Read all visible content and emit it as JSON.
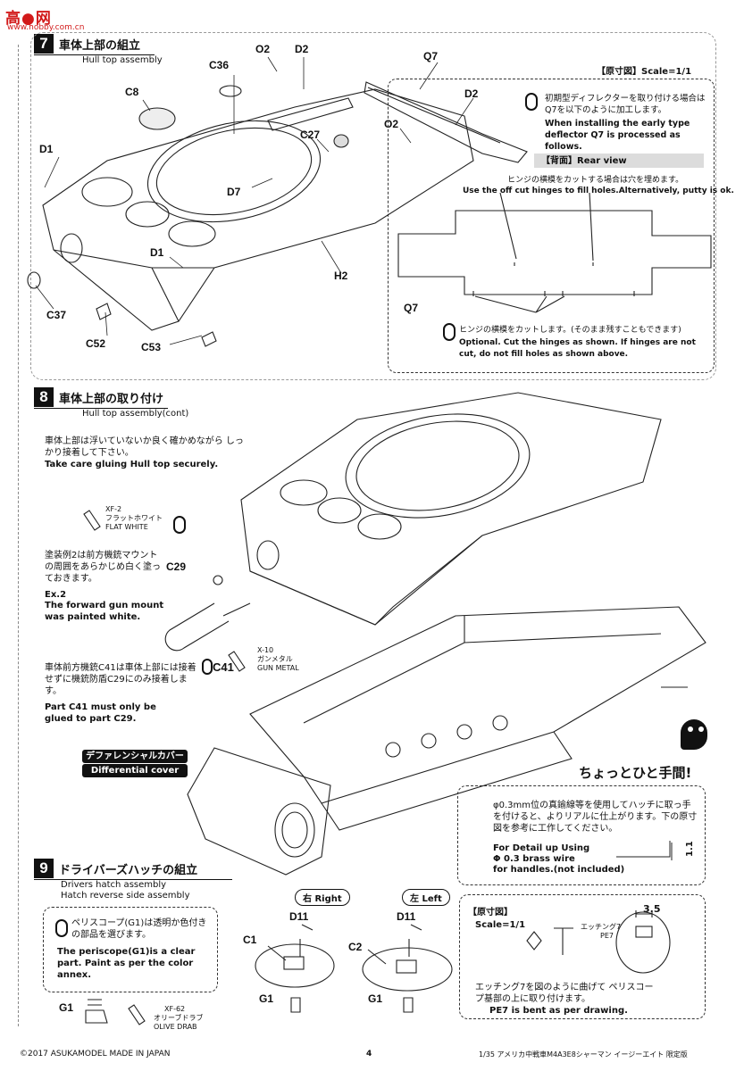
{
  "watermark": {
    "title": "高●网",
    "url": "www.hobby.com.cn"
  },
  "step7": {
    "number": "7",
    "title_jp": "車体上部の組立",
    "title_en": "Hull top assembly",
    "parts": [
      "O2",
      "D2",
      "C36",
      "Q7",
      "C8",
      "D2",
      "O2",
      "C27",
      "D1",
      "D7",
      "D1",
      "H2",
      "C37",
      "C52",
      "C53"
    ],
    "scale_label": "【原寸図】Scale=1/1",
    "deflector_note_jp": "初期型ディフレクターを取り付ける場合は Q7を以下のように加工します。",
    "deflector_note_en": "When installing the early type deflector Q7 is processed as follows.",
    "rear_view_label": "【背面】Rear view",
    "hinge_note_jp": "ヒンジの横模をカットする場合は穴を埋めます。",
    "hinge_note_en": "Use the off cut hinges to fill holes.Alternatively, putty is ok.",
    "q7_label": "Q7",
    "optional_jp": "ヒンジの横模をカットします。(そのまま残すこともできます)",
    "optional_en": "Optional. Cut the hinges as shown. If hinges are not cut, do not fill holes as shown above."
  },
  "step8": {
    "number": "8",
    "title_jp": "車体上部の取り付け",
    "title_en": "Hull top assembly(cont)",
    "glue_note_jp": "車体上部は浮いていないか良く確かめながら しっかり接着して下さい。",
    "glue_note_en": "Take care gluing Hull top securely.",
    "paint1_code": "XF-2",
    "paint1_jp": "フラットホワイト",
    "paint1_en": "FLAT WHITE",
    "part_c29": "C29",
    "ex2_jp": "塗装例2は前方機銃マウントの周囲をあらかじめ白く塗っておきます。",
    "ex2_en_title": "Ex.2",
    "ex2_en": "The forward gun mount was painted white.",
    "part_c41": "C41",
    "paint2_code": "X-10",
    "paint2_jp": "ガンメタル",
    "paint2_en": "GUN METAL",
    "c41_note_jp": "車体前方機銃C41は車体上部には接着せずに機銃防盾C29にのみ接着します。",
    "c41_note_en": "Part C41 must only be glued to part C29.",
    "diff_jp": "デファレンシャルカバー",
    "diff_en": "Differential cover"
  },
  "tip": {
    "title": "ちょっとひと手間!",
    "body_jp": "φ0.3mm位の真鍮線等を使用してハッチに取っ手を付けると、よりリアルに仕上がります。下の原寸図を参考に工作してください。",
    "body_en_1": "For Detail up Using",
    "body_en_2": "Φ 0.3 brass wire",
    "body_en_3": "for handles.(not included)",
    "dim": "1.1"
  },
  "step9": {
    "number": "9",
    "title_jp": "ドライバーズハッチの組立",
    "title_en_1": "Drivers hatch assembly",
    "title_en_2": "Hatch reverse side assembly",
    "periscope_jp": "ペリスコープ(G1)は透明か色付きの部品を選びます。",
    "periscope_en": "The periscope(G1)is a clear part. Paint as per the color annex.",
    "part_g1": "G1",
    "paint_code": "XF-62",
    "paint_jp": "オリーブドラブ",
    "paint_en": "OLIVE DRAB",
    "right_label": "右 Right",
    "left_label": "左 Left",
    "right_parts": [
      "D11",
      "C1",
      "G1"
    ],
    "left_parts": [
      "D11",
      "C2",
      "G1"
    ],
    "scale_label": "【原寸図】",
    "scale_value": "Scale=1/1",
    "etch_label": "エッチング7",
    "etch_part": "PE7",
    "dim": "3.5",
    "etch_note_jp": "エッチング7を図のように曲げて ペリスコープ基部の上に取り付けます。",
    "etch_note_en": "PE7 is bent as per drawing."
  },
  "footer": {
    "copyright": "©2017 ASUKAMODEL   MADE IN JAPAN",
    "page": "4",
    "product": "1/35 アメリカ中戦車M4A3E8シャーマン イージーエイト 限定版"
  }
}
